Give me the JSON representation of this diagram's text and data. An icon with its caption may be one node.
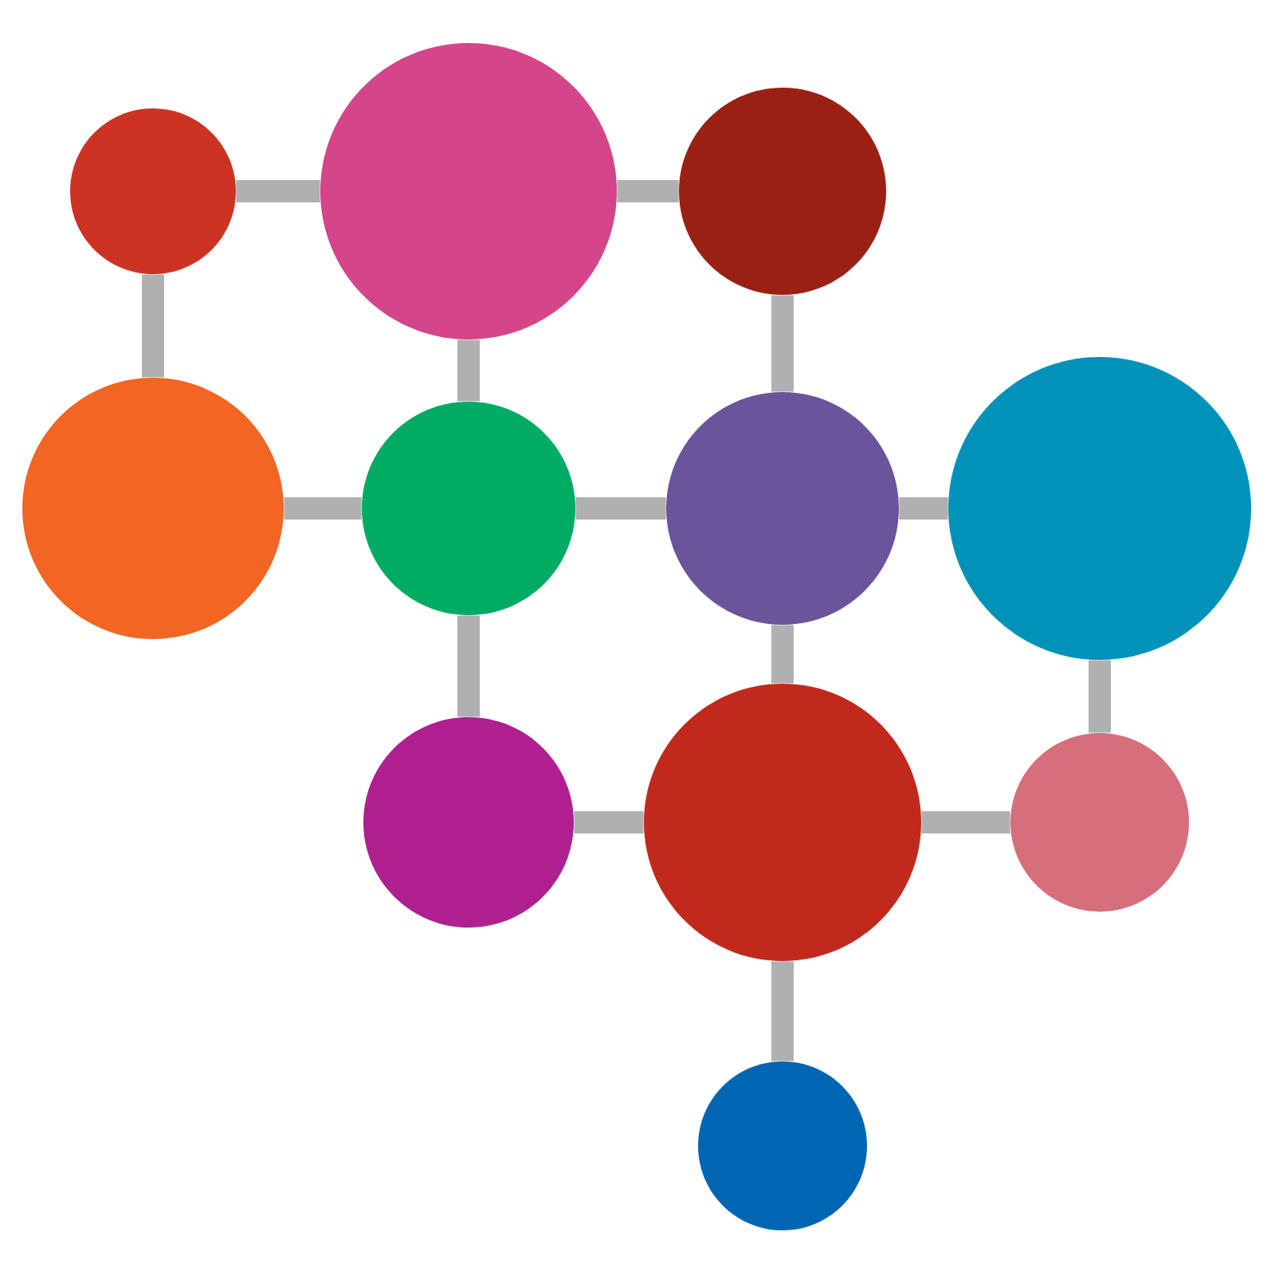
{
  "diagram": {
    "nodes": [
      {
        "text": [],
        "shape": "circle"
      },
      {
        "text": [],
        "shape": "circle"
      },
      {
        "text": [],
        "shape": "circle"
      },
      {
        "text": [],
        "shape": "circle"
      },
      {
        "text": [],
        "shape": "circle"
      },
      {
        "text": [],
        "shape": "circle"
      },
      {
        "text": [],
        "shape": "circle"
      },
      {
        "text": [],
        "shape": "circle"
      },
      {
        "text": [],
        "shape": "circle"
      },
      {
        "text": [],
        "shape": "circle"
      },
      {
        "text": [],
        "shape": "circle"
      }
    ],
    "edges": [
      {
        "from": 0,
        "to": 1,
        "arrow": "none"
      },
      {
        "from": 1,
        "to": 2,
        "arrow": "none"
      },
      {
        "from": 0,
        "to": 3,
        "arrow": "none"
      },
      {
        "from": 1,
        "to": 4,
        "arrow": "none"
      },
      {
        "from": 2,
        "to": 5,
        "arrow": "none"
      },
      {
        "from": 3,
        "to": 4,
        "arrow": "none"
      },
      {
        "from": 4,
        "to": 5,
        "arrow": "none"
      },
      {
        "from": 5,
        "to": 6,
        "arrow": "none"
      },
      {
        "from": 4,
        "to": 7,
        "arrow": "none"
      },
      {
        "from": 5,
        "to": 8,
        "arrow": "none"
      },
      {
        "from": 6,
        "to": 9,
        "arrow": "none"
      },
      {
        "from": 7,
        "to": 8,
        "arrow": "none"
      },
      {
        "from": 8,
        "to": 9,
        "arrow": "none"
      },
      {
        "from": 8,
        "to": 10,
        "arrow": "none"
      }
    ]
  }
}
